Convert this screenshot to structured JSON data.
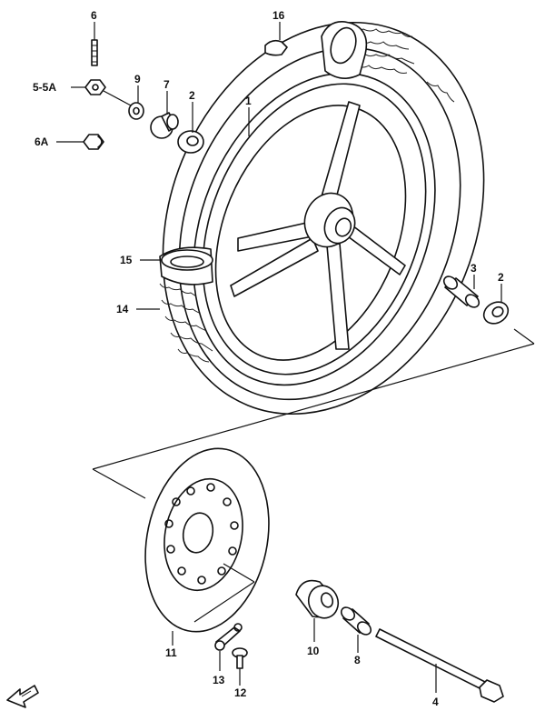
{
  "callouts": {
    "c1": "1",
    "c2a": "2",
    "c2b": "2",
    "c3": "3",
    "c4": "4",
    "c5": "5-5A",
    "c6": "6",
    "c6a": "6A",
    "c7": "7",
    "c8": "8",
    "c9": "9",
    "c10": "10",
    "c11": "11",
    "c12": "12",
    "c13": "13",
    "c14": "14",
    "c15": "15",
    "c16": "16"
  }
}
